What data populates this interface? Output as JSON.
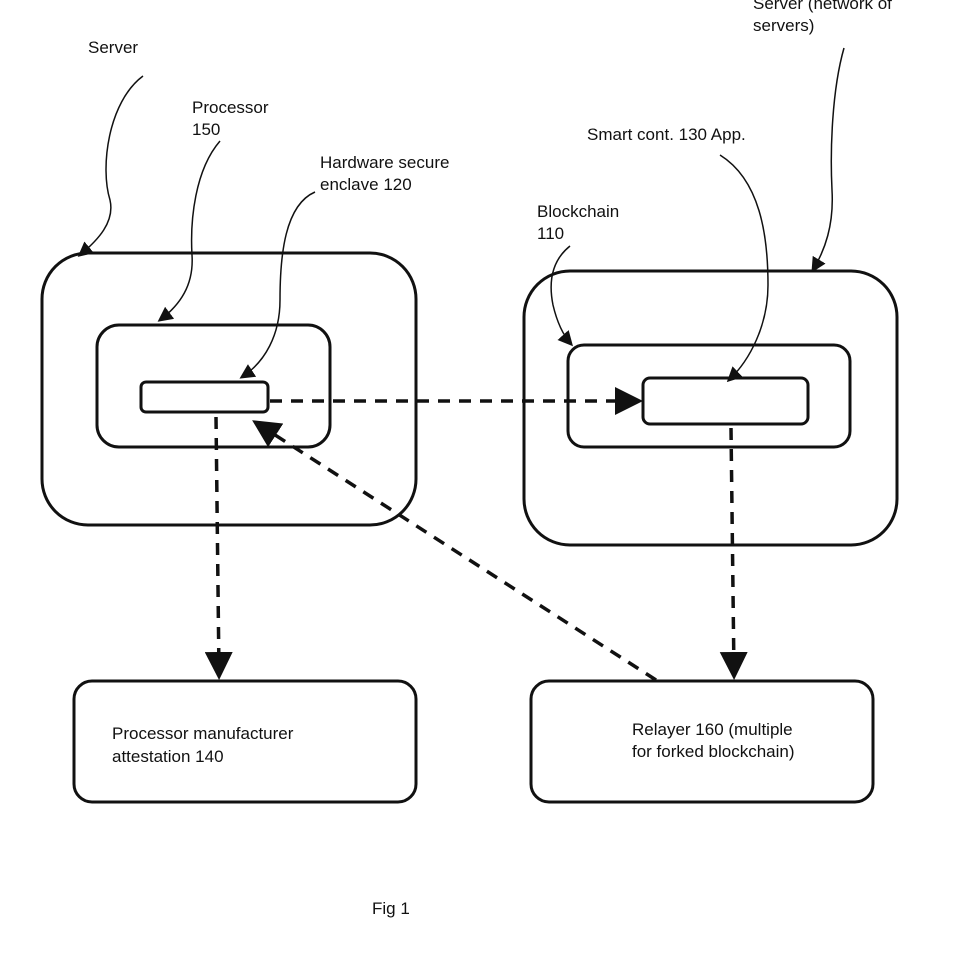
{
  "labels": {
    "server_left": "Server",
    "processor_line1": "Processor",
    "processor_line2": "150",
    "enclave_line1": "Hardware secure",
    "enclave_line2": "enclave 120",
    "server_right_line1": "Server (network of",
    "server_right_line2": "servers)",
    "smart_contract": "Smart cont. 130 App.",
    "blockchain_line1": "Blockchain",
    "blockchain_line2": "110",
    "attestation_line1": "Processor manufacturer",
    "attestation_line2": "attestation 140",
    "relayer_line1": "Relayer 160 (multiple",
    "relayer_line2": "for forked blockchain)",
    "figure_caption": "Fig 1"
  },
  "colors": {
    "stroke": "#111111",
    "background": "#ffffff"
  }
}
